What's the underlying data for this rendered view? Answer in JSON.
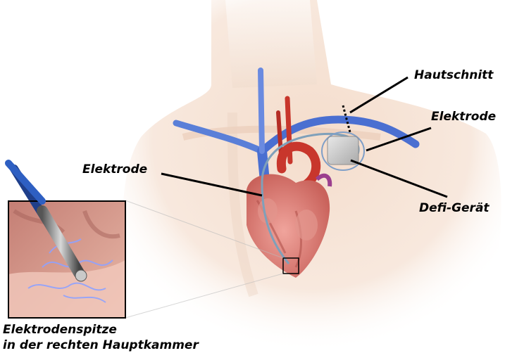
{
  "labels": {
    "skin_incision": "Hautschnitt",
    "electrode_right": "Elektrode",
    "electrode_left": "Elektrode",
    "device": "Defi-Gerät",
    "caption_line1": "Elektrodenspitze",
    "caption_line2": "in der rechten Hauptkammer"
  },
  "colors": {
    "skin": "#f3d9c6",
    "vein": "#4a6fd1",
    "artery": "#c8362c",
    "heart": "#d9807a",
    "device": "#cfcfcf",
    "leader": "#000000",
    "glow": "#8fa2ff"
  }
}
